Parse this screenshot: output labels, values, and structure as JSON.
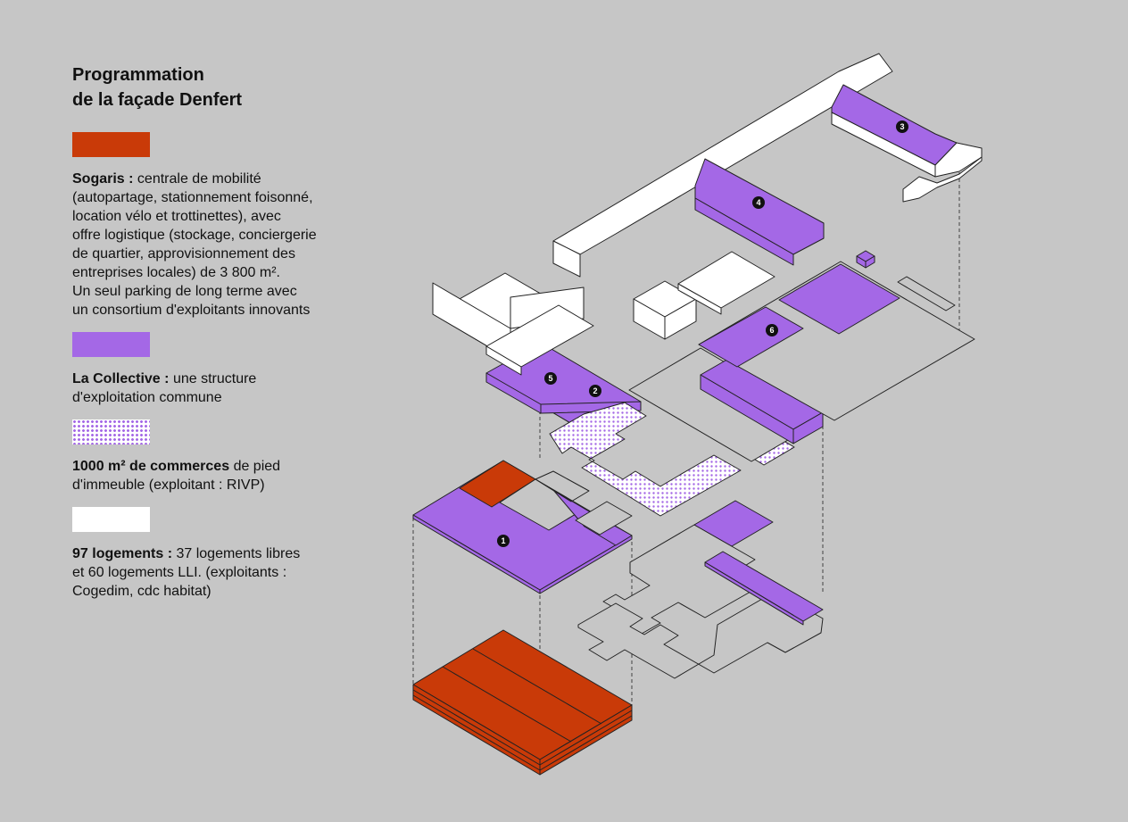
{
  "title": [
    "Programmation",
    "de la façade Denfert"
  ],
  "colors": {
    "sogaris": "#c93a08",
    "collective": "#a468e6",
    "commerces": "#a468e6",
    "logements": "#ffffff",
    "background": "#c6c6c6"
  },
  "legend": [
    {
      "key": "sogaris",
      "swatch": "orange",
      "bold": "Sogaris :",
      "lines": [
        "centrale de mobilité",
        "(autopartage, stationnement foisonné,",
        "location vélo et trottinettes), avec",
        "offre logistique (stockage, conciergerie",
        "de quartier, approvisionnement des",
        "entreprises locales) de 3 800 m².",
        "Un seul parking de long terme avec",
        "un consortium d'exploitants innovants"
      ]
    },
    {
      "key": "collective",
      "swatch": "purple",
      "bold": "La Collective :",
      "lines": [
        "une structure",
        "d'exploitation commune"
      ]
    },
    {
      "key": "commerces",
      "swatch": "dots",
      "bold": "1000 m² de commerces",
      "lines": [
        "de pied",
        "d'immeuble (exploitant : RIVP)"
      ]
    },
    {
      "key": "logements",
      "swatch": "white",
      "bold": "97 logements :",
      "lines": [
        "37 logements libres",
        "et 60 logements LLI. (exploitants :",
        "Cogedim, cdc habitat)"
      ]
    }
  ],
  "badges": [
    "1",
    "2",
    "3",
    "4",
    "5",
    "6"
  ]
}
